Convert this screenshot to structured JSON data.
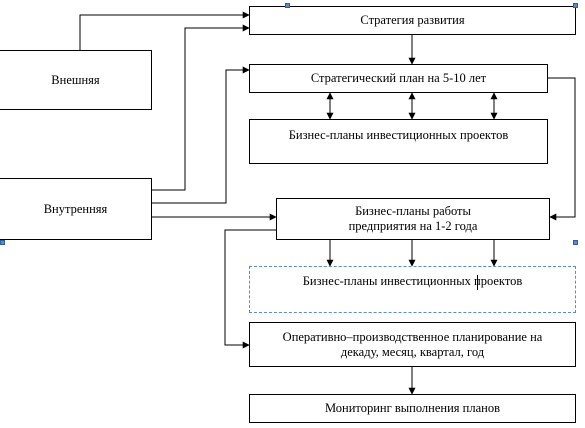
{
  "diagram": {
    "colors": {
      "line": "#000000",
      "selection": "#5b8cc8"
    },
    "nodes": {
      "strategy": {
        "label": "Стратегия развития"
      },
      "plan_5_10": {
        "label": "Стратегический план на 5-10 лет"
      },
      "biz_invest_1": {
        "label": "Бизнес-планы инвестиционных проектов"
      },
      "external": {
        "label": "Внешняя"
      },
      "internal": {
        "label": "Внутренняя"
      },
      "biz_work": {
        "line1": "Бизнес-планы работы",
        "line2": "предприятия на 1-2 года"
      },
      "biz_invest_2": {
        "label": "Бизнес-планы инвестиционных проектов"
      },
      "operational": {
        "line1": "Оперативно–производственное планирование на",
        "line2": "декаду, месяц, квартал, год"
      },
      "monitoring": {
        "label": "Мониторинг выполнения планов"
      }
    }
  }
}
